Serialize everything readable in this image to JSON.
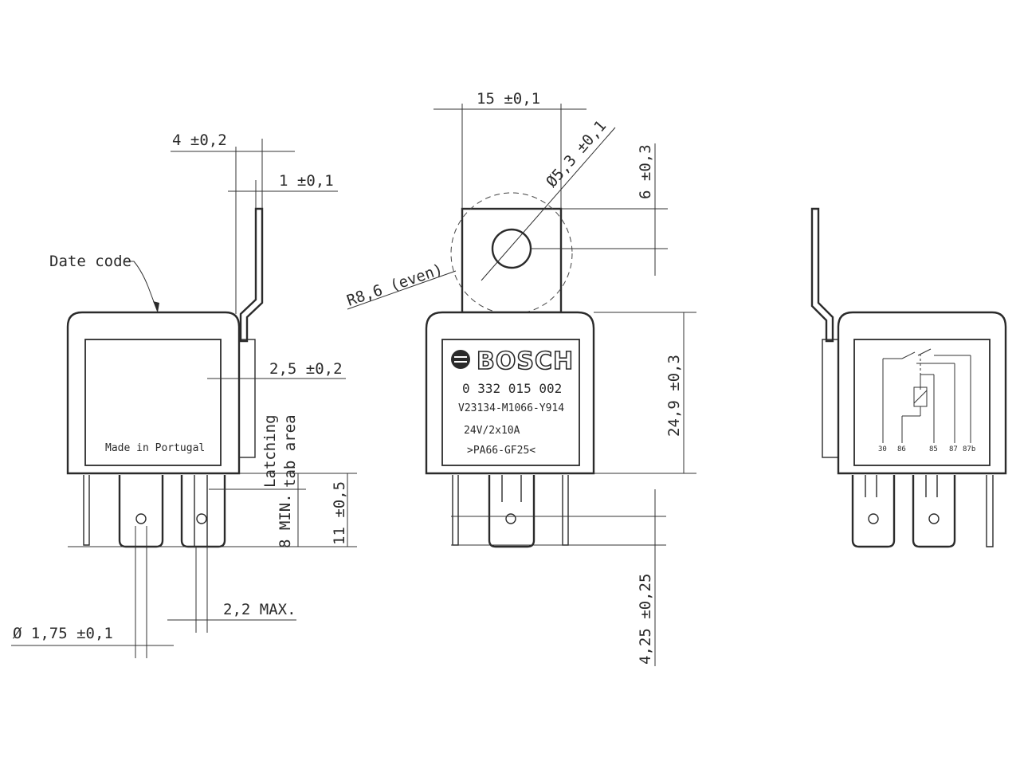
{
  "left_view": {
    "date_code_label": "Date code",
    "made_in_label": "Made in Portugal",
    "dim_width_tab": "4 ±0,2",
    "dim_tab_thickness": "1 ±0,1",
    "dim_tab_offset": "2,5 ±0,2",
    "latching_label_1": "Latching",
    "latching_label_2": "tab area",
    "dim_min_length": "8 MIN.",
    "dim_pin_length_1": "11 ±0,5",
    "dim_pin_diameter": "Ø 1,75 ±0,1",
    "dim_pin_width": "2,2 MAX."
  },
  "center_view": {
    "dim_bracket_width": "15 ±0,1",
    "dim_hole_diameter": "Ø5,3 ±0,1",
    "dim_hole_offset": "6 ±0,3",
    "dim_radius": "R8,6 (even)",
    "dim_body_height": "24,9 ±0,3",
    "dim_pin_offset": "4,25 ±0,25",
    "brand": "BOSCH",
    "part_number": "0 332 015 002",
    "code": "V23134-M1066-Y914",
    "rating": "24V/2x10A",
    "material": ">PA66-GF25<"
  },
  "right_view": {
    "pin_labels": [
      "30",
      "86",
      "85",
      "87",
      "87b"
    ]
  }
}
